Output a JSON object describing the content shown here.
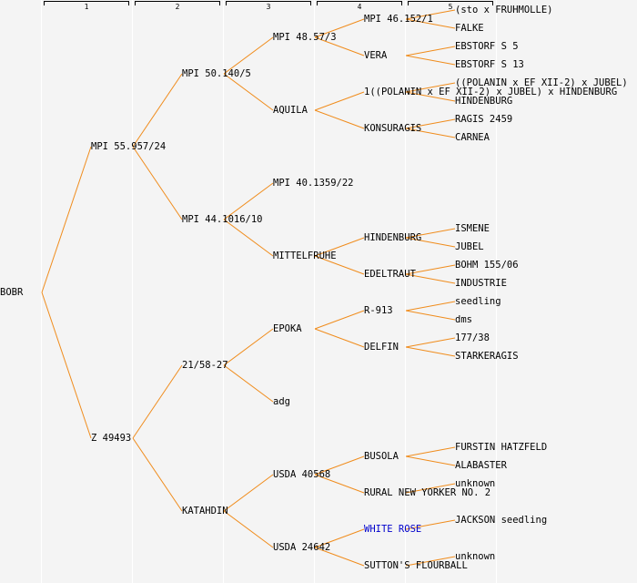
{
  "generations": [
    {
      "label": "1"
    },
    {
      "label": "2"
    },
    {
      "label": "3"
    },
    {
      "label": "4"
    },
    {
      "label": "5"
    }
  ],
  "line_color": "#f08c1c",
  "highlight_color": "#0000cc",
  "tree": {
    "name": "BOBR",
    "children": [
      {
        "name": "MPI 55.957/24",
        "children": [
          {
            "name": "MPI 50.140/5",
            "children": [
              {
                "name": "MPI 48.57/3",
                "children": [
                  {
                    "name": "MPI 46.152/1",
                    "children": [
                      {
                        "name": "(sto x FRUHMOLLE)"
                      },
                      {
                        "name": "FALKE"
                      }
                    ]
                  },
                  {
                    "name": "VERA",
                    "children": [
                      {
                        "name": "EBSTORF S 5"
                      },
                      {
                        "name": "EBSTORF S 13"
                      }
                    ]
                  }
                ]
              },
              {
                "name": "AQUILA",
                "children": [
                  {
                    "name": "1((POLANIN x EF XII-2) x JUBEL) x HINDENBURG",
                    "children": [
                      {
                        "name": "((POLANIN x EF XII-2) x JUBEL)"
                      },
                      {
                        "name": "HINDENBURG"
                      }
                    ]
                  },
                  {
                    "name": "KONSURAGIS",
                    "children": [
                      {
                        "name": "RAGIS 2459"
                      },
                      {
                        "name": "CARNEA"
                      }
                    ]
                  }
                ]
              }
            ]
          },
          {
            "name": "MPI 44.1016/10",
            "children": [
              {
                "name": "MPI 40.1359/22"
              },
              {
                "name": "MITTELFRUHE",
                "children": [
                  {
                    "name": "HINDENBURG",
                    "children": [
                      {
                        "name": "ISMENE"
                      },
                      {
                        "name": "JUBEL"
                      }
                    ]
                  },
                  {
                    "name": "EDELTRAUT",
                    "children": [
                      {
                        "name": "BOHM 155/06"
                      },
                      {
                        "name": "INDUSTRIE"
                      }
                    ]
                  }
                ]
              }
            ]
          }
        ]
      },
      {
        "name": "Z 49493",
        "children": [
          {
            "name": "21/58-27",
            "children": [
              {
                "name": "EPOKA",
                "children": [
                  {
                    "name": "R-913",
                    "children": [
                      {
                        "name": "seedling"
                      },
                      {
                        "name": "dms"
                      }
                    ]
                  },
                  {
                    "name": "DELFIN",
                    "children": [
                      {
                        "name": "177/38"
                      },
                      {
                        "name": "STARKERAGIS"
                      }
                    ]
                  }
                ]
              },
              {
                "name": "adg"
              }
            ]
          },
          {
            "name": "KATAHDIN",
            "children": [
              {
                "name": "USDA 40568",
                "children": [
                  {
                    "name": "BUSOLA",
                    "children": [
                      {
                        "name": "FURSTIN HATZFELD"
                      },
                      {
                        "name": "ALABASTER"
                      }
                    ]
                  },
                  {
                    "name": "RURAL NEW YORKER NO. 2",
                    "children": [
                      {
                        "name": "unknown"
                      }
                    ]
                  }
                ]
              },
              {
                "name": "USDA 24642",
                "children": [
                  {
                    "name": "WHITE ROSE",
                    "highlight": true,
                    "children": [
                      {
                        "name": "JACKSON seedling"
                      }
                    ]
                  },
                  {
                    "name": "SUTTON'S FLOURBALL",
                    "children": [
                      {
                        "name": "unknown"
                      }
                    ]
                  }
                ]
              }
            ]
          }
        ]
      }
    ]
  }
}
